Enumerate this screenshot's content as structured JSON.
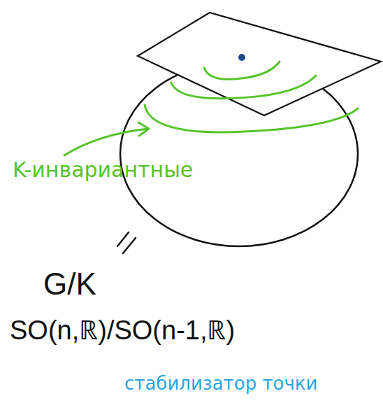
{
  "diagram": {
    "labels": [
      "K-инвариантные",
      "G/K",
      "SO(n,ℝ)/SO(n-1,ℝ)",
      "стабилизатор точки"
    ]
  }
}
